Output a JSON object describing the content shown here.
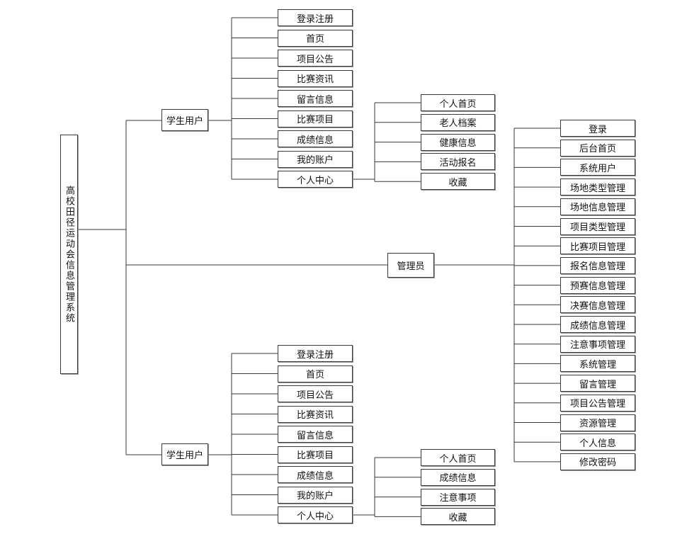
{
  "root": {
    "label": "高校田径运动会信息管理系统"
  },
  "branches": [
    {
      "label": "学生用户",
      "items": [
        {
          "label": "登录注册"
        },
        {
          "label": "首页"
        },
        {
          "label": "项目公告"
        },
        {
          "label": "比赛资讯"
        },
        {
          "label": "留言信息"
        },
        {
          "label": "比赛项目"
        },
        {
          "label": "成绩信息"
        },
        {
          "label": "我的账户"
        },
        {
          "label": "个人中心",
          "children": [
            "个人首页",
            "老人档案",
            "健康信息",
            "活动报名",
            "收藏"
          ]
        }
      ]
    },
    {
      "label": "管理员",
      "items": [
        {
          "label": "登录"
        },
        {
          "label": "后台首页"
        },
        {
          "label": "系统用户"
        },
        {
          "label": "场地类型管理"
        },
        {
          "label": "场地信息管理"
        },
        {
          "label": "项目类型管理"
        },
        {
          "label": "比赛项目管理"
        },
        {
          "label": "报名信息管理"
        },
        {
          "label": "预赛信息管理"
        },
        {
          "label": "决赛信息管理"
        },
        {
          "label": "成绩信息管理"
        },
        {
          "label": "注意事项管理"
        },
        {
          "label": "系统管理"
        },
        {
          "label": "留言管理"
        },
        {
          "label": "项目公告管理"
        },
        {
          "label": "资源管理"
        },
        {
          "label": "个人信息"
        },
        {
          "label": "修改密码"
        }
      ]
    },
    {
      "label": "学生用户",
      "items": [
        {
          "label": "登录注册"
        },
        {
          "label": "首页"
        },
        {
          "label": "项目公告"
        },
        {
          "label": "比赛资讯"
        },
        {
          "label": "留言信息"
        },
        {
          "label": "比赛项目"
        },
        {
          "label": "成绩信息"
        },
        {
          "label": "我的账户"
        },
        {
          "label": "个人中心",
          "children": [
            "个人首页",
            "成绩信息",
            "注意事项",
            "收藏"
          ]
        }
      ]
    }
  ]
}
